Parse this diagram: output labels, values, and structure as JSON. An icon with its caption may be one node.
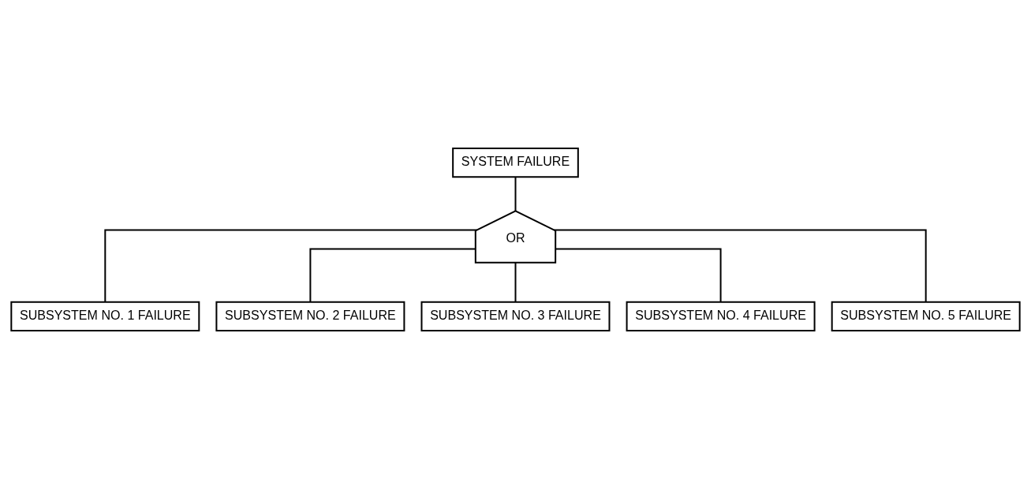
{
  "diagram": {
    "nodes": [
      {
        "text": [
          "SYSTEM FAILURE"
        ]
      },
      {
        "text": [
          "OR"
        ]
      },
      {
        "text": [
          "SUBSYSTEM NO. 1 FAILURE"
        ]
      },
      {
        "text": [
          "SUBSYSTEM NO. 2 FAILURE"
        ]
      },
      {
        "text": [
          "SUBSYSTEM NO. 3 FAILURE"
        ]
      },
      {
        "text": [
          "SUBSYSTEM NO. 4 FAILURE"
        ]
      },
      {
        "text": [
          "SUBSYSTEM NO. 5 FAILURE"
        ]
      }
    ],
    "edges": [
      {
        "from": 0,
        "to": 1,
        "arrow": "none"
      },
      {
        "from": 1,
        "to": 2,
        "arrow": "none"
      },
      {
        "from": 1,
        "to": 3,
        "arrow": "none"
      },
      {
        "from": 1,
        "to": 4,
        "arrow": "none"
      },
      {
        "from": 1,
        "to": 5,
        "arrow": "none"
      },
      {
        "from": 1,
        "to": 6,
        "arrow": "none"
      }
    ]
  }
}
